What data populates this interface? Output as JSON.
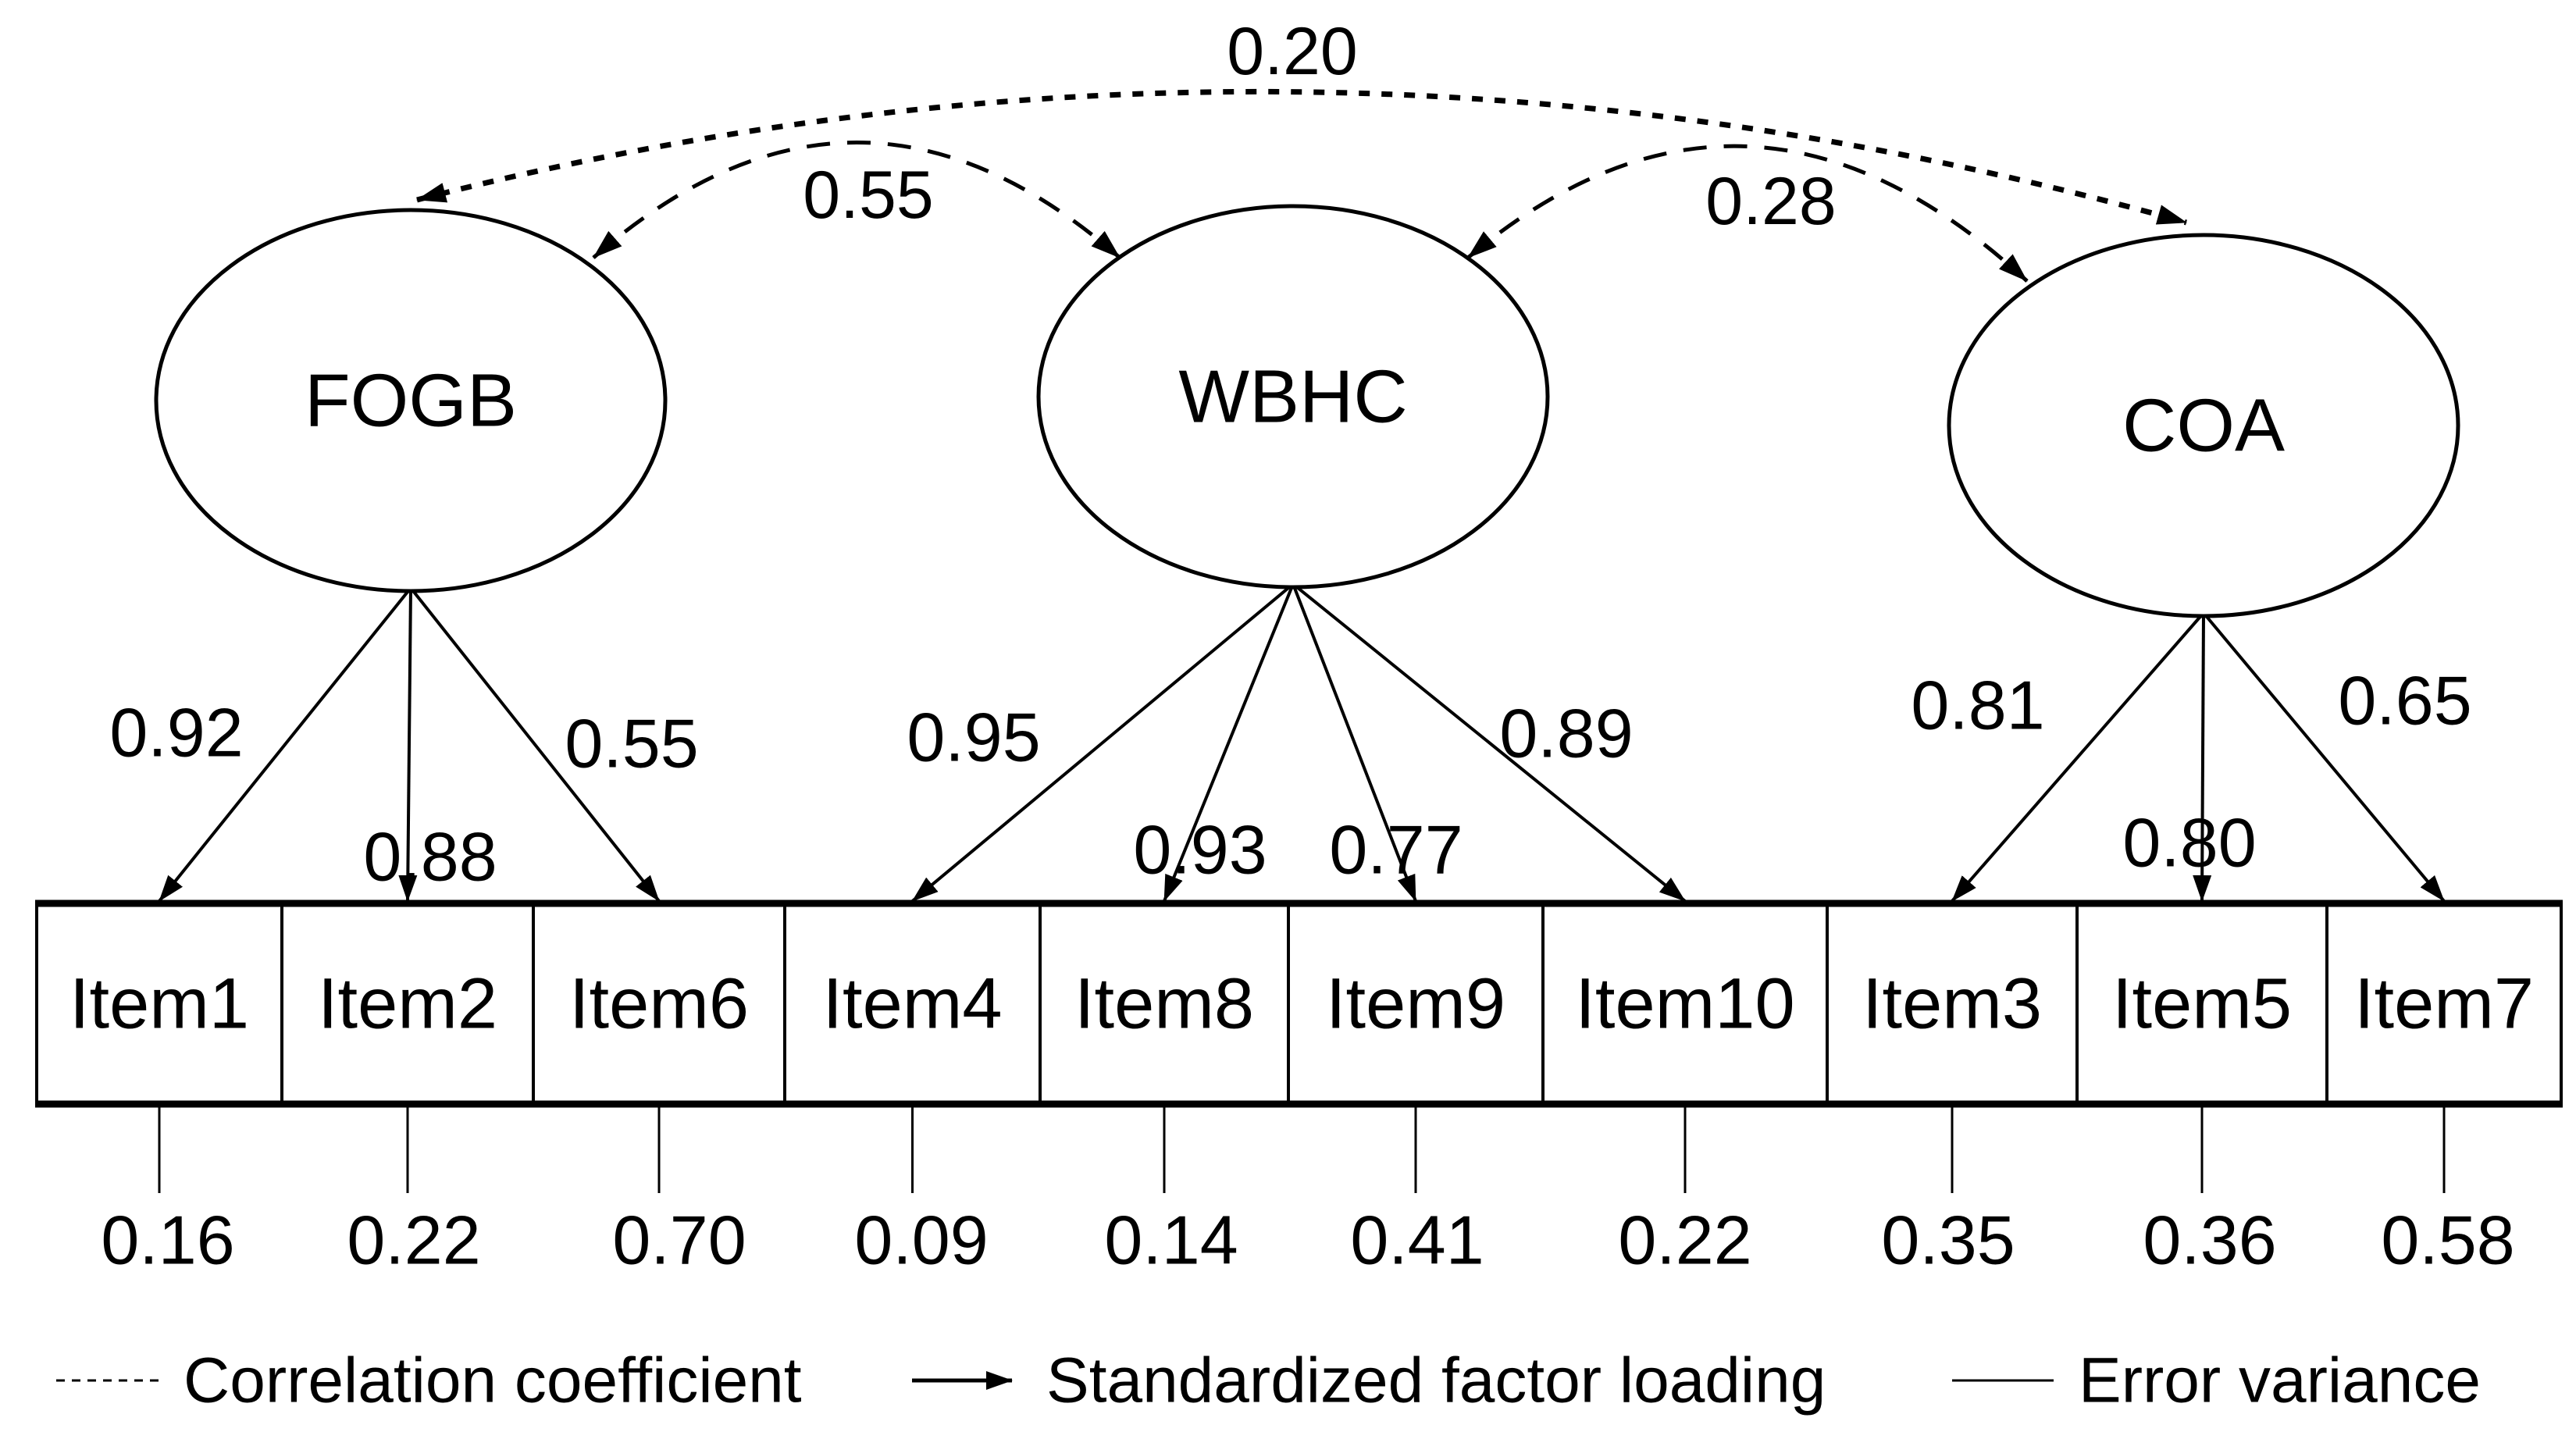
{
  "figure": {
    "type": "cfa-path-diagram",
    "line_color": "#000000",
    "background": "#ffffff",
    "factors": [
      {
        "label": "FOGB",
        "loadings": [
          {
            "item": "Item1",
            "value": "0.92",
            "error": "0.16"
          },
          {
            "item": "Item2",
            "value": "0.88",
            "error": "0.22"
          },
          {
            "item": "Item6",
            "value": "0.55",
            "error": "0.70"
          }
        ]
      },
      {
        "label": "WBHC",
        "loadings": [
          {
            "item": "Item4",
            "value": "0.95",
            "error": "0.09"
          },
          {
            "item": "Item8",
            "value": "0.93",
            "error": "0.14"
          },
          {
            "item": "Item9",
            "value": "0.77",
            "error": "0.41"
          },
          {
            "item": "Item10",
            "value": "0.89",
            "error": "0.22"
          }
        ]
      },
      {
        "label": "COA",
        "loadings": [
          {
            "item": "Item3",
            "value": "0.81",
            "error": "0.35"
          },
          {
            "item": "Item5",
            "value": "0.80",
            "error": "0.36"
          },
          {
            "item": "Item7",
            "value": "0.65",
            "error": "0.58"
          }
        ]
      }
    ],
    "correlations": [
      {
        "from": "FOGB",
        "to": "WBHC",
        "value": "0.55"
      },
      {
        "from": "WBHC",
        "to": "COA",
        "value": "0.28"
      },
      {
        "from": "FOGB",
        "to": "COA",
        "value": "0.20"
      }
    ],
    "legend": [
      {
        "symbol": "dashed-line",
        "label": "Correlation coefficient"
      },
      {
        "symbol": "arrow",
        "label": "Standardized factor loading"
      },
      {
        "symbol": "solid-line",
        "label": "Error variance"
      }
    ]
  }
}
